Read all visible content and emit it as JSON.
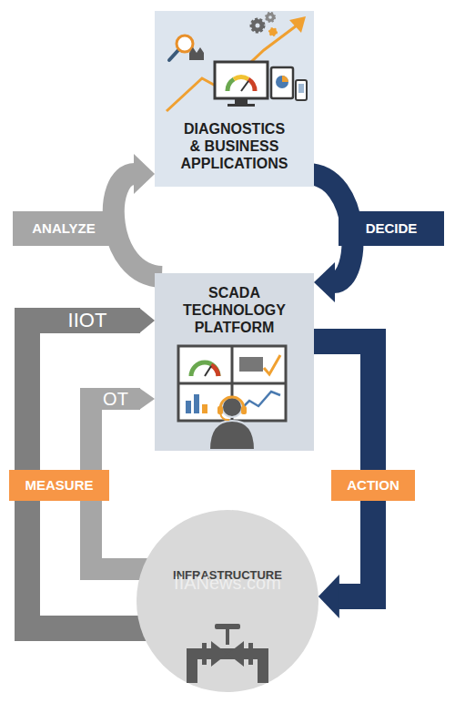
{
  "diagram": {
    "nodes": [
      {
        "text": [
          "DIAGNOSTICS & BUSINESS APPLICATIONS"
        ]
      },
      {
        "text": [
          "SCADA TECHNOLOGY PLATFORM"
        ]
      },
      {
        "text": [
          "INFRASTRUCTURE"
        ]
      }
    ],
    "edges": [
      {
        "from": 1,
        "to": 0,
        "arrow": "to",
        "label": "ANALYZE"
      },
      {
        "from": 0,
        "to": 1,
        "arrow": "to",
        "label": "DECIDE"
      },
      {
        "from": 2,
        "to": 1,
        "arrow": "to",
        "label": "IIOT"
      },
      {
        "from": 2,
        "to": 1,
        "arrow": "to",
        "label": "OT"
      },
      {
        "from": 1,
        "to": 2,
        "arrow": "to",
        "label": "ACTION"
      }
    ],
    "labels": [
      "MEASURE",
      "IIANews.com"
    ]
  }
}
